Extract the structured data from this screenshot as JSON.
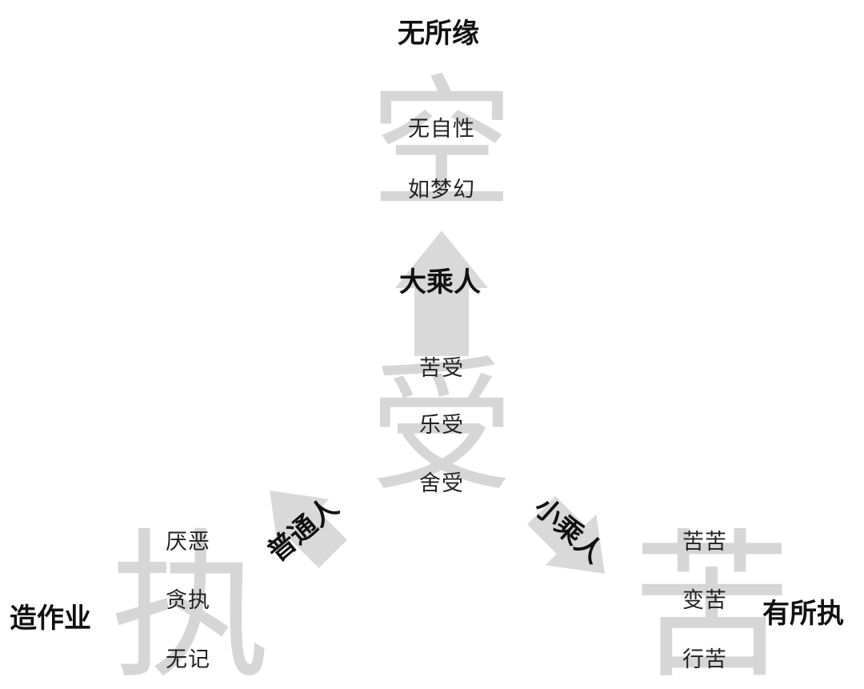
{
  "top": {
    "heading": "无所缘",
    "watermark": "空",
    "items": [
      "无自性",
      "如梦幻"
    ]
  },
  "center": {
    "watermark": "受",
    "items": [
      "苦受",
      "乐受",
      "舍受"
    ]
  },
  "bottom_left": {
    "heading": "造作业",
    "watermark": "执",
    "items": [
      "厌恶",
      "贪执",
      "无记"
    ]
  },
  "bottom_right": {
    "heading": "有所执",
    "watermark": "苦",
    "items": [
      "苦苦",
      "变苦",
      "行苦"
    ]
  },
  "arrows": {
    "up_label": "大乘人",
    "left_label": "普通人",
    "right_label": "小乘人"
  },
  "colors": {
    "arrow_fill": "#d9d9d9",
    "watermark": "#d6d6d6",
    "text": "#111111"
  }
}
